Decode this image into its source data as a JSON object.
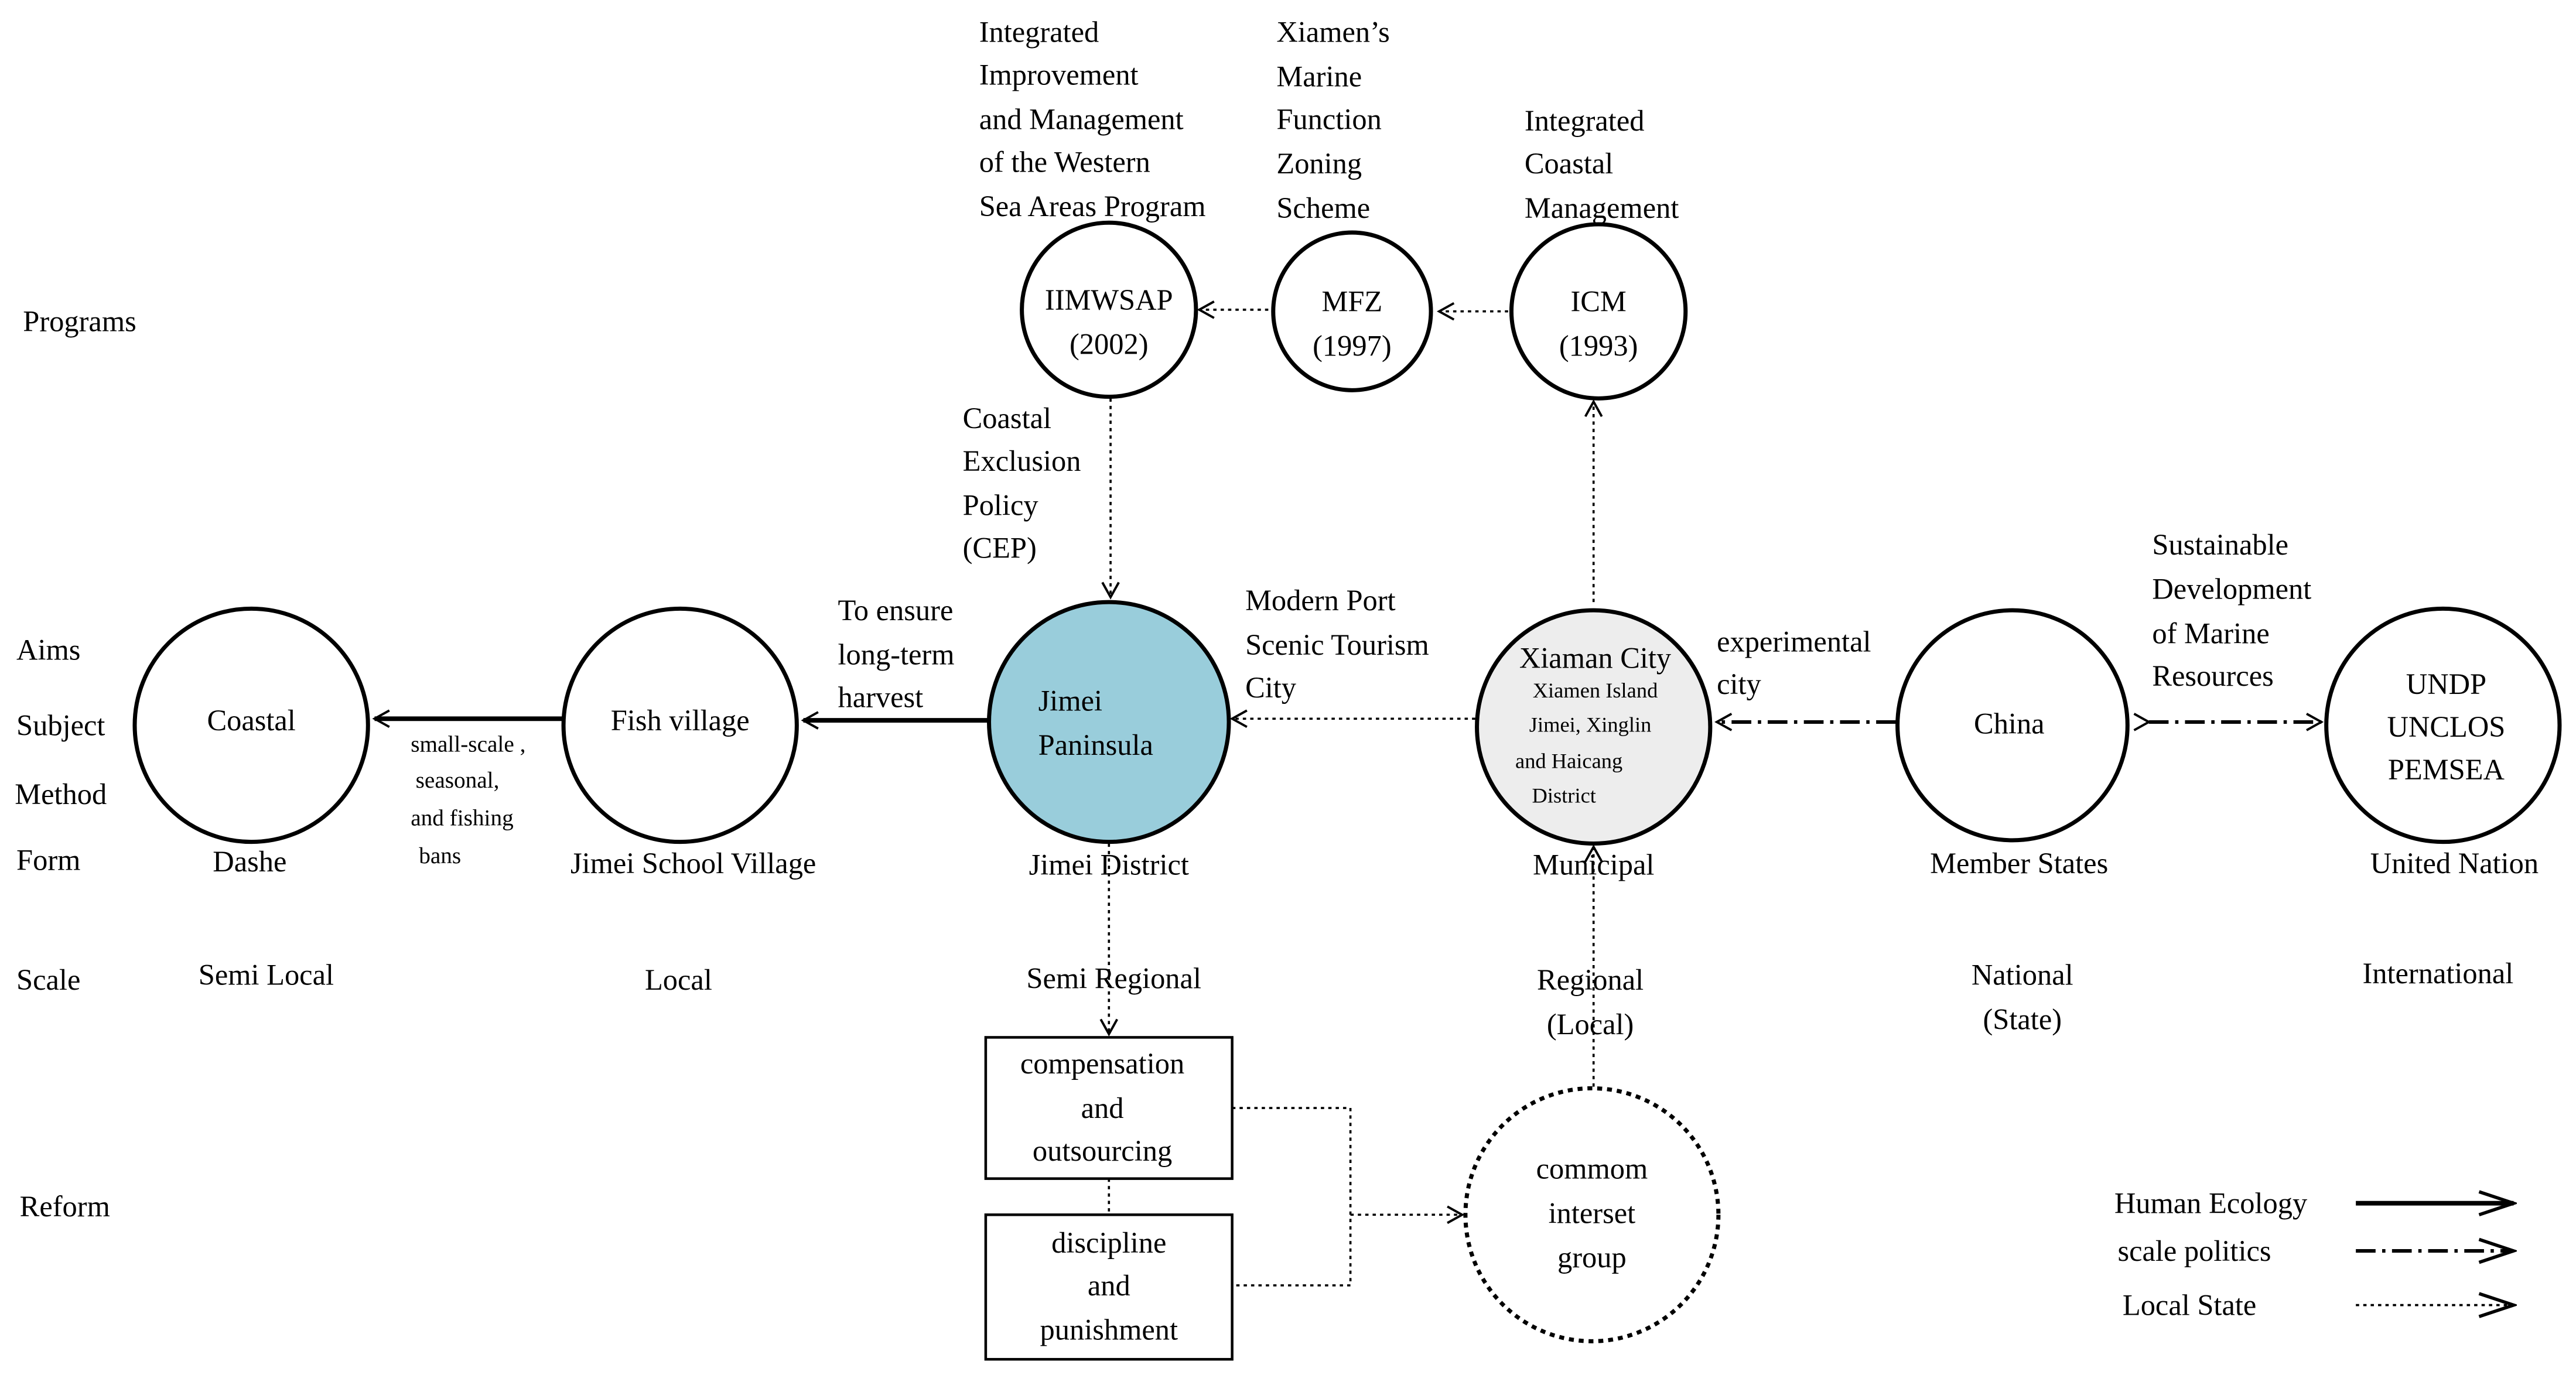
{
  "row_labels": [
    "Programs",
    "Aims",
    "Subject",
    "Method",
    "Form",
    "Scale",
    "Reform"
  ],
  "programs": {
    "iimwsap": {
      "name": "IIMWSAP",
      "year": "(2002)",
      "description": [
        "Integrated",
        "Improvement",
        "and Management",
        "of the Western",
        "Sea Areas Program"
      ]
    },
    "mfz": {
      "name": "MFZ",
      "year": "(1997)",
      "description": [
        "Xiamen’s",
        "Marine",
        "Function",
        "Zoning",
        "Scheme"
      ]
    },
    "icm": {
      "name": "ICM",
      "year": "(1993)",
      "description": [
        "Integrated",
        "Coastal",
        "Management"
      ]
    }
  },
  "nodes": {
    "coastal": {
      "label": "Coastal",
      "form": "Dashe",
      "scale": "Semi Local"
    },
    "fish_village": {
      "label": "Fish village",
      "form": "Jimei School Village",
      "scale": "Local"
    },
    "jimei": {
      "label": [
        "Jimei",
        "Paninsula"
      ],
      "form": "Jimei District",
      "scale": "Semi Regional"
    },
    "xiamen": {
      "label": "Xiaman City",
      "sublabel": [
        "Xiamen Island",
        "Jimei, Xinglin",
        "and Haicang",
        "District"
      ],
      "form": "Municipal",
      "scale": [
        "Regional",
        "(Local)"
      ]
    },
    "china": {
      "label": "China",
      "form": "Member States",
      "scale": [
        "National",
        "(State)"
      ]
    },
    "un": {
      "label": [
        "UNDP",
        "UNCLOS",
        "PEMSEA"
      ],
      "form": "United Nation",
      "scale": "International"
    },
    "interest_group": {
      "label": [
        "commom",
        "interset",
        "group"
      ]
    }
  },
  "edge_labels": {
    "cep": [
      "Coastal",
      "Exclusion",
      "Policy",
      "(CEP)"
    ],
    "harvest": [
      "To ensure",
      "long-term",
      "harvest"
    ],
    "modern_port": [
      "Modern Port",
      "Scenic Tourism",
      "City"
    ],
    "experimental": [
      "experimental",
      "city"
    ],
    "sustainable": [
      "Sustainable",
      "Development",
      "of Marine",
      "Resources"
    ],
    "methods": [
      "small-scale ,",
      "seasonal,",
      "and fishing",
      "bans"
    ]
  },
  "reform_boxes": {
    "compensation": [
      "compensation",
      "and",
      "outsourcing"
    ],
    "discipline": [
      "discipline",
      "and",
      "punishment"
    ]
  },
  "legend": {
    "human_ecology": "Human Ecology",
    "scale_politics": "scale politics",
    "local_state": "Local State"
  },
  "colors": {
    "jimei_fill": "#99CDDB",
    "xiamen_fill": "#EDEDED",
    "stroke": "#000000"
  }
}
